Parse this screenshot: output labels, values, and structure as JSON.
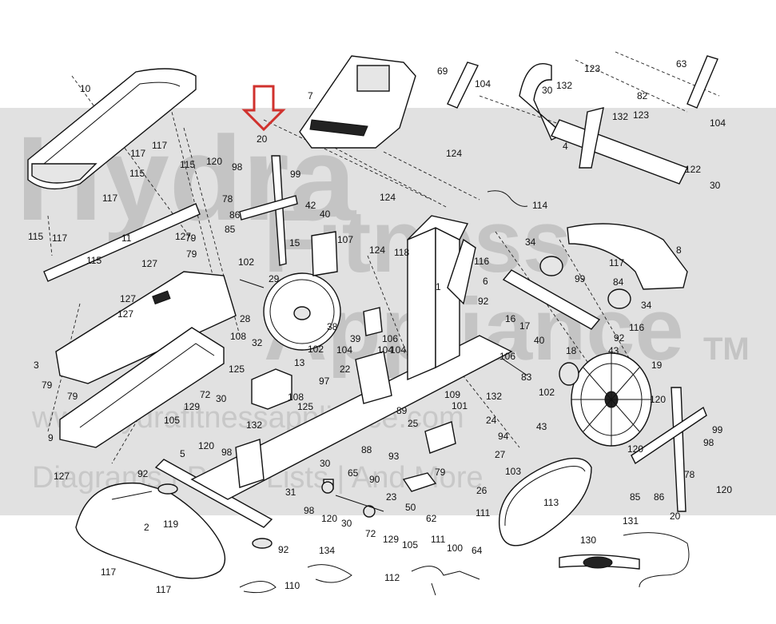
{
  "watermark": {
    "brand": "Hydra",
    "line2": "Fitness",
    "line3": "Appliance",
    "tm": "TM",
    "web": "www.hydrafitnessappliance.com",
    "tagline": "Diagrams | Parts Lists | And More"
  },
  "labels": [
    "10",
    "117",
    "117",
    "115",
    "117",
    "117",
    "11",
    "115",
    "115",
    "127",
    "79",
    "127",
    "79",
    "115",
    "127",
    "127",
    "3",
    "79",
    "79",
    "9",
    "127",
    "105",
    "129",
    "120",
    "72",
    "30",
    "98",
    "132",
    "5",
    "92",
    "2",
    "117",
    "117",
    "119",
    "92",
    "20",
    "120",
    "98",
    "99",
    "78",
    "86",
    "85",
    "42",
    "40",
    "15",
    "107",
    "102",
    "29",
    "28",
    "124",
    "118",
    "108",
    "32",
    "125",
    "38",
    "39",
    "106",
    "102",
    "104",
    "104",
    "22",
    "13",
    "97",
    "108",
    "125",
    "1",
    "116",
    "6",
    "92",
    "34",
    "99",
    "84",
    "117",
    "8",
    "34",
    "116",
    "92",
    "43",
    "40",
    "18",
    "19",
    "17",
    "16",
    "83",
    "102",
    "106",
    "132",
    "104",
    "109",
    "101",
    "89",
    "88",
    "25",
    "24",
    "94",
    "93",
    "90",
    "23",
    "79",
    "26",
    "27",
    "103",
    "30",
    "65",
    "31",
    "98",
    "120",
    "30",
    "72",
    "129",
    "105",
    "50",
    "111",
    "62",
    "111",
    "100",
    "64",
    "113",
    "130",
    "131",
    "43",
    "120",
    "98",
    "120",
    "99",
    "85",
    "86",
    "78",
    "20",
    "120",
    "134",
    "110",
    "112",
    "7",
    "124",
    "124",
    "114",
    "69",
    "104",
    "123",
    "30",
    "132",
    "4",
    "132",
    "123",
    "82",
    "63",
    "104",
    "122",
    "30"
  ],
  "pointer": {
    "color": "#d0312d"
  }
}
